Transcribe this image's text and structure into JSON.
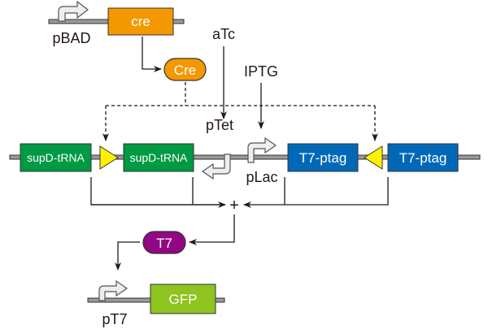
{
  "top": {
    "promoter": "pBAD",
    "gene": "cre",
    "protein": "Cre"
  },
  "inducers": {
    "atc": "aTc",
    "iptg": "IPTG"
  },
  "middle": {
    "gene_left_1": "supD-tRNA",
    "gene_left_2": "supD-tRNA",
    "promoter_tet": "pTet",
    "promoter_lac": "pLac",
    "gene_right_1": "T7-ptag",
    "gene_right_2": "T7-ptag"
  },
  "combine_symbol": "+",
  "t7_protein": "T7",
  "bottom": {
    "promoter": "pT7",
    "gene": "GFP"
  },
  "colors": {
    "cre": "#F39800",
    "supD": "#009944",
    "t7ptag": "#0068B7",
    "lox": "#FFF100",
    "t7": "#920783",
    "gfp": "#8FC31F"
  }
}
